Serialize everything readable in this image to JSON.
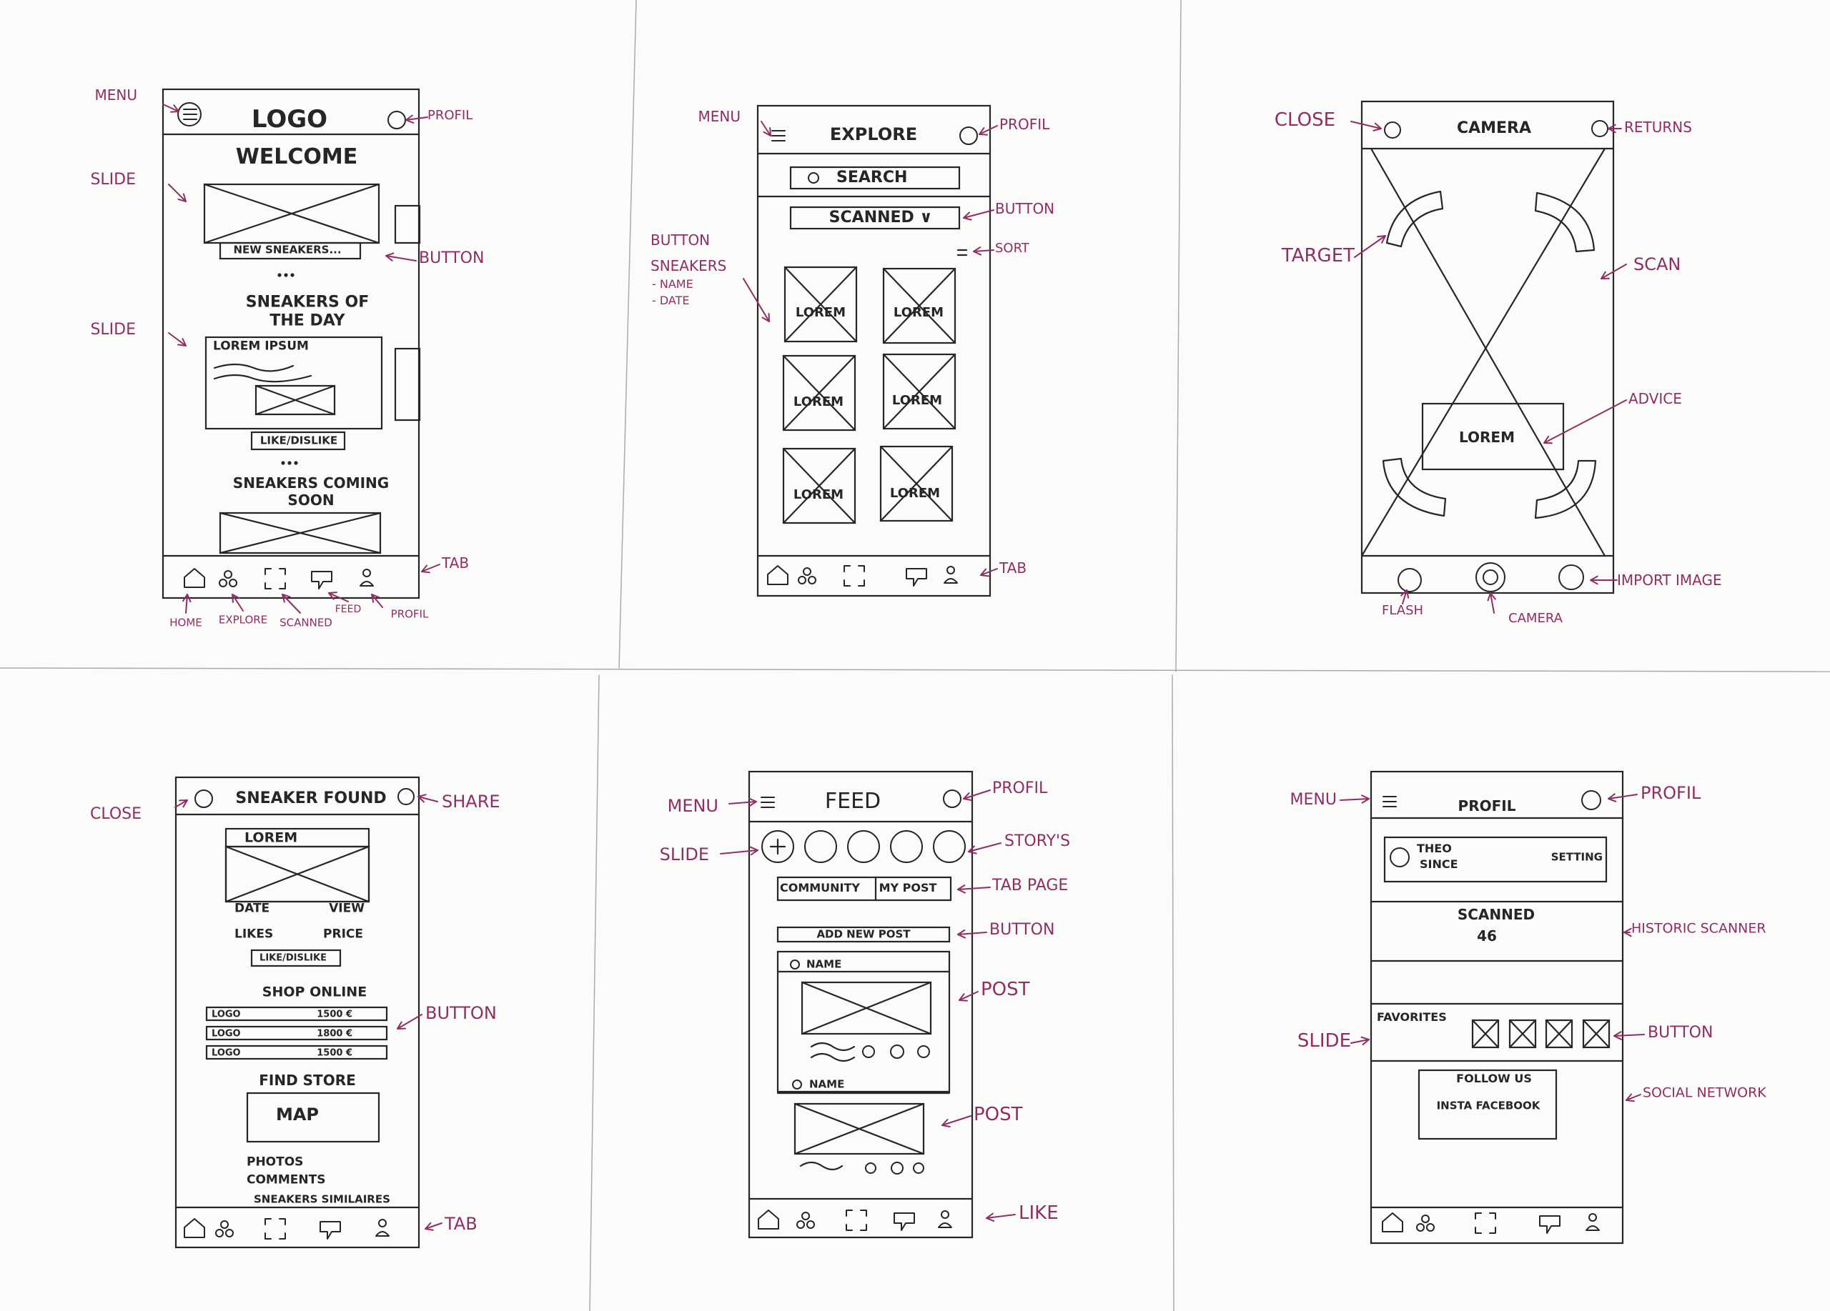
{
  "colors": {
    "paper": "#fbfbf9",
    "ink": "#262626",
    "annotation_ink": "#8e2e63"
  },
  "home": {
    "logo": "LOGO",
    "welcome": "WELCOME",
    "slide_button": "NEW SNEAKERS...",
    "section_day": "SNEAKERS OF THE DAY",
    "card_title": "LOREM IPSUM",
    "card_button": "LIKE/DISLIKE",
    "section_soon": "SNEAKERS COMING SOON",
    "annotations": {
      "menu": "MENU",
      "profil": "PROFIL",
      "slide_1": "SLIDE",
      "button": "BUTTON",
      "slide_2": "SLIDE",
      "tab": "TAB",
      "home": "HOME",
      "explore": "EXPLORE",
      "scanned": "SCANNED",
      "feed": "FEED",
      "profil_tab": "PROFIL"
    }
  },
  "explore": {
    "title": "EXPLORE",
    "search": "SEARCH",
    "filter": "SCANNED ∨",
    "tile": "LOREM",
    "annotations": {
      "menu": "MENU",
      "profil": "PROFIL",
      "button": "BUTTON",
      "sort": "SORT",
      "button_left": "BUTTON",
      "sneakers": "SNEAKERS",
      "name": "- NAME",
      "date": "- DATE",
      "tab": "TAB"
    }
  },
  "camera": {
    "title": "CAMERA",
    "advice": "LOREM",
    "annotations": {
      "close": "CLOSE",
      "returns": "RETURNS",
      "target": "TARGET",
      "scan": "SCAN",
      "advice": "ADVICE",
      "import_image": "IMPORT IMAGE",
      "flash": "FLASH",
      "camera": "CAMERA"
    }
  },
  "found": {
    "title": "SNEAKER FOUND",
    "card_title": "LOREM",
    "date": "DATE",
    "view": "VIEW",
    "likes": "LIKES",
    "price": "PRICE",
    "like_button": "LIKE/DISLIKE",
    "shop_title": "SHOP ONLINE",
    "shops": [
      {
        "name": "LOGO",
        "price": "1500 €"
      },
      {
        "name": "LOGO",
        "price": "1800 €"
      },
      {
        "name": "LOGO",
        "price": "1500 €"
      }
    ],
    "store_title": "FIND STORE",
    "map": "MAP",
    "extras": [
      "PHOTOS",
      "COMMENTS",
      "SNEAKERS SIMILAIRES"
    ],
    "annotations": {
      "close": "CLOSE",
      "share": "SHARE",
      "button": "BUTTON",
      "tab": "TAB"
    }
  },
  "feed": {
    "title": "FEED",
    "tabs": [
      "COMMUNITY",
      "MY POST"
    ],
    "add_post": "ADD NEW POST",
    "post_name": "NAME",
    "annotations": {
      "menu": "MENU",
      "profil": "PROFIL",
      "slide": "SLIDE",
      "storys": "STORY'S",
      "tab_page": "TAB PAGE",
      "button": "BUTTON",
      "post_1": "POST",
      "post_2": "POST",
      "like": "LIKE"
    }
  },
  "profil": {
    "title": "PROFIL",
    "user": "THEO",
    "since": "SINCE",
    "setting": "SETTING",
    "scanned_label": "SCANNED",
    "scanned_count": "46",
    "favorites": "FAVORITES",
    "follow": "FOLLOW US",
    "socials": "INSTA FACEBOOK",
    "annotations": {
      "menu": "MENU",
      "profil": "PROFIL",
      "historic": "HISTORIC SCANNER",
      "slide": "SLIDE",
      "button": "BUTTON",
      "social": "SOCIAL NETWORK"
    }
  }
}
